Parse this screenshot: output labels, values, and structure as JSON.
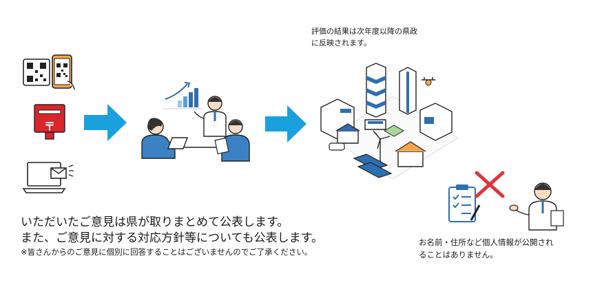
{
  "result_note": {
    "line1": "評価の結果は次年度以降の県政",
    "line2": "に反映されます。"
  },
  "main_text": {
    "line1": "いただいたご意見は県が取りまとめて公表します。",
    "line2": "また、ご意見に対する対応方針等についても公表します。",
    "note": "※皆さんからのご意見に個別に回答することはございませんのでご了承ください。"
  },
  "privacy_note": {
    "line1": "お名前・住所など個人情報が公開され",
    "line2": "ることはありません。"
  },
  "post_mark": "〒",
  "colors": {
    "arrow": "#1aa0dc",
    "accent_blue": "#2e6fb0",
    "post_red": "#d9262b",
    "cross_red": "#e2343b",
    "phone_orange": "#f5a64a",
    "skin": "#f8dcc4",
    "outline": "#222222"
  }
}
